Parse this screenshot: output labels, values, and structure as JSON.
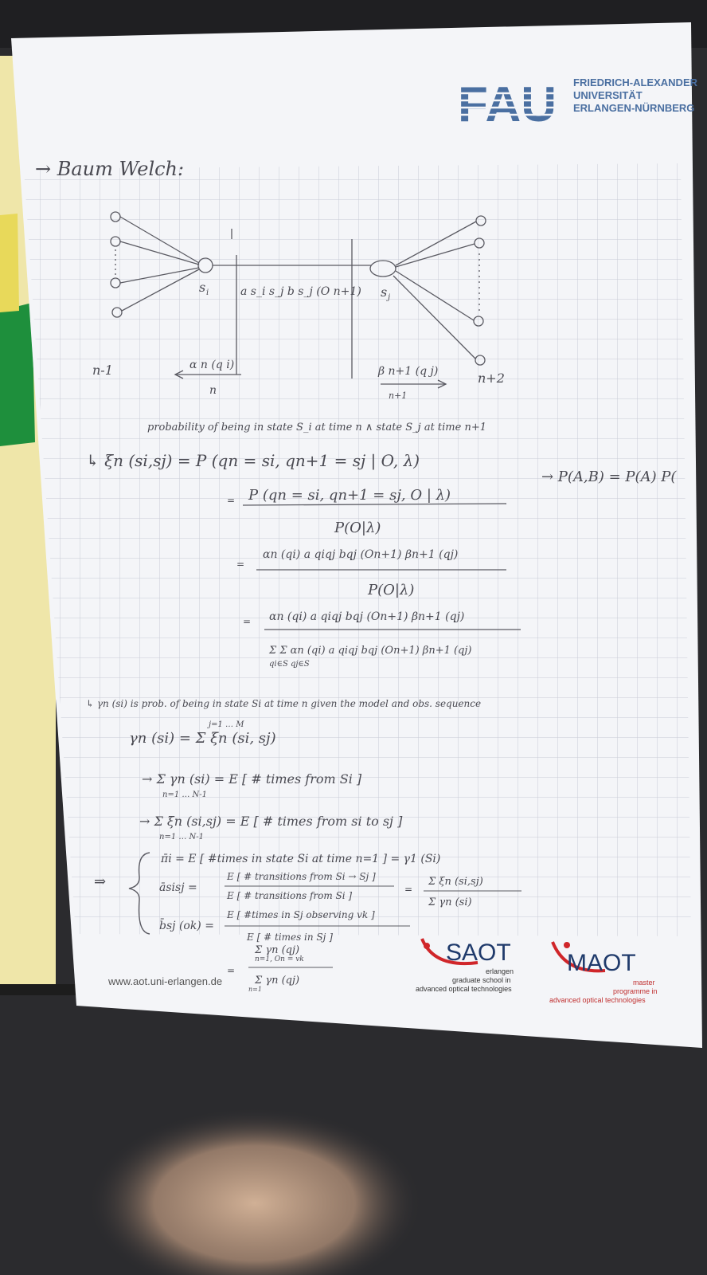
{
  "header": {
    "logo_text": "FAU",
    "university_line1": "FRIEDRICH-ALEXANDER",
    "university_line2": "UNIVERSITÄT",
    "university_line3": "ERLANGEN-NÜRNBERG"
  },
  "notes": {
    "title": "→ Baum Welch:",
    "diagram": {
      "node_left": "s",
      "node_left_sub": "i",
      "node_right": "s",
      "node_right_sub": "j",
      "transition_label": "a s_i s_j b s_j (O n+1)",
      "time_prev": "n-1",
      "time_next": "n+2",
      "alpha_label": "α n (q i)",
      "alpha_time": "n",
      "beta_label": "β n+1 (q j)",
      "beta_time": "n+1"
    },
    "caption_prob": "probability of being in state S_i at time n ∧ state S_j at time n+1",
    "xi_def": "↳ ξn (si,sj) = P (qn = si, qn+1 = sj | O, λ)",
    "side_note": "→ P(A,B) = P(A) P(",
    "xi_step1_num": "P (qn = si, qn+1 = sj, O | λ)",
    "xi_step1_den": "P(O|λ)",
    "xi_step2_num": "αn (qi) a qiqj bqj (On+1) βn+1 (qj)",
    "xi_step2_den": "P(O|λ)",
    "xi_step3_num": "αn (qi) a qiqj bqj (On+1) βn+1 (qj)",
    "xi_step3_den": "Σ Σ αn (qi) a qiqj bqj (On+1) βn+1 (qj)",
    "xi_step3_den_sub": "qi∈S  qj∈S",
    "gamma_caption": "↳ γn (si) is prob. of being in state Si at time n given the model and obs. sequence",
    "gamma_def": "γn (si) = Σ ξn (si, sj)",
    "gamma_sum_limits": "j=1 … M",
    "exp_gamma": "→ Σ γn (si) = E [ # times from Si ]",
    "exp_gamma_limits": "n=1 … N-1",
    "exp_xi": "→ Σ ξn (si,sj) = E [ # times from si to sj ]",
    "exp_xi_limits": "n=1 … N-1",
    "pi_update": "π̄i = E [ #times in state Si at time n=1 ] = γ1 (Si)",
    "a_update_lhs": "āsisj =",
    "a_update_num": "E [ # transitions from Si → Sj ]",
    "a_update_den": "E [ # transitions from Si ]",
    "a_update_rhs_num": "Σ ξn (si,sj)",
    "a_update_rhs_den": "Σ γn (si)",
    "b_update_lhs": "b̄sj (ok) =",
    "b_update_num": "E [ #times in Sj observing vk ]",
    "b_update_den": "E [ # times in Sj ]",
    "b_update_rhs_num": "Σ γn (qj)",
    "b_update_rhs_num_sub": "n=1, On = vk",
    "b_update_rhs_den": "Σ γn (qj)",
    "b_update_rhs_den_sub": "n=1"
  },
  "footer": {
    "url": "www.aot.uni-erlangen.de",
    "saot_name": "SAOT",
    "saot_line1": "erlangen",
    "saot_line2": "graduate school in",
    "saot_line3": "advanced optical technologies",
    "maot_name": "MAOT",
    "maot_line1": "master",
    "maot_line2": "programme in",
    "maot_line3": "advanced optical technologies"
  },
  "colors": {
    "fau_blue": "#4a6fa1",
    "saot_red": "#d0262a",
    "saot_navy": "#1f3a6b",
    "ink": "#4a4a52",
    "grid": "#c9ccd6",
    "paper": "#f4f5f8",
    "desk": "#2b2b2e",
    "folder": "#efe6a9",
    "green_tab": "#1e8f3c"
  }
}
